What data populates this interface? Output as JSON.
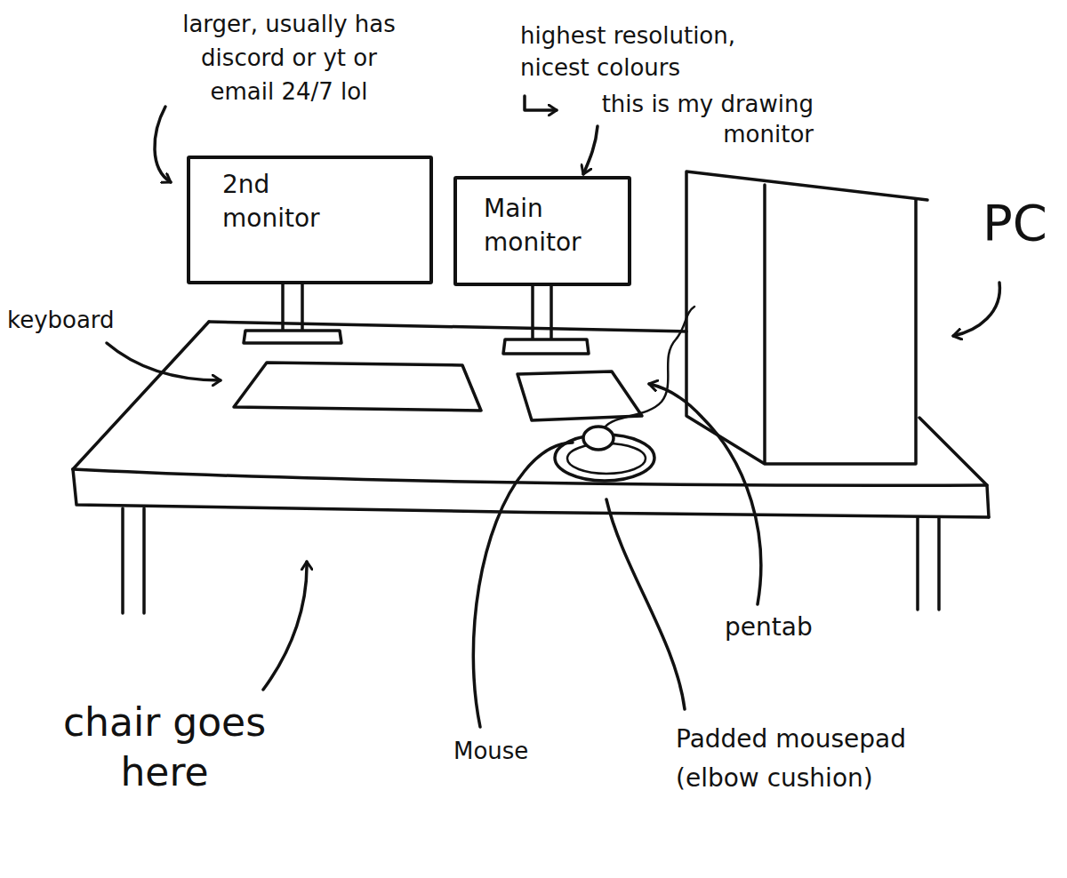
{
  "diagram": {
    "nodes": [
      {
        "text": [
          "2nd monitor"
        ]
      },
      {
        "text": [
          "Main monitor"
        ]
      }
    ],
    "labels": [
      "larger, usually has discord or yt or email 24/7 lol",
      "highest resolution, nicest colours",
      "this is my drawing monitor",
      "keyboard",
      "PC",
      "chair goes here",
      "Mouse",
      "Padded mousepad (elbow cushion)",
      "pentab"
    ]
  }
}
